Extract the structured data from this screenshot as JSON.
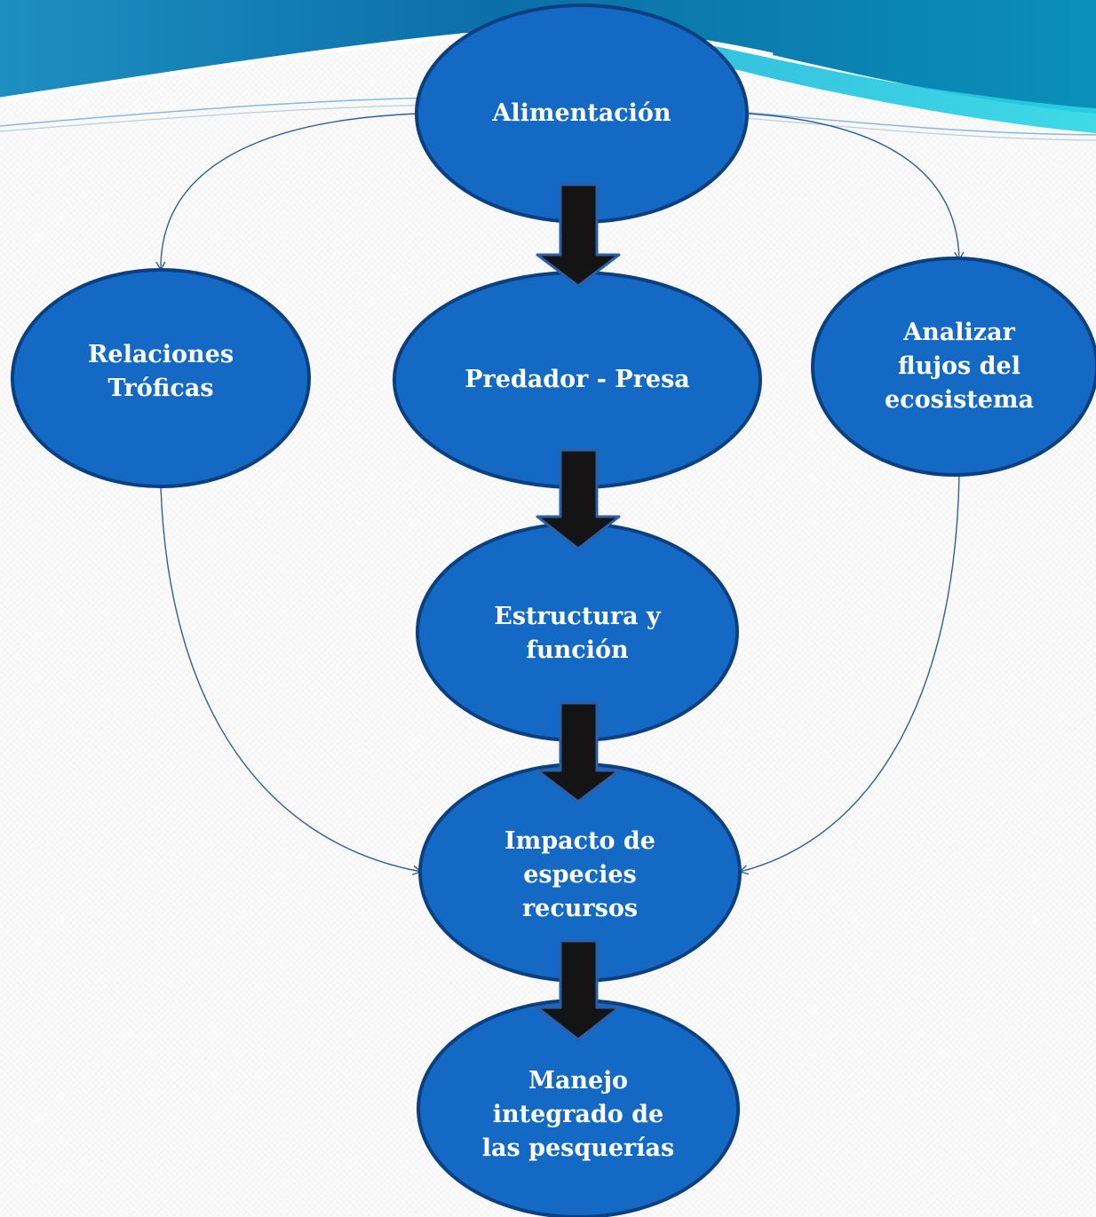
{
  "diagram": {
    "colors": {
      "node_fill": "#1469c4",
      "node_stroke": "#0b3f80",
      "main_arrow_fill": "#141414",
      "main_arrow_stroke": "#2b5fa8",
      "side_connector": "#2e5f9c",
      "banner_primary": "#0e84b8",
      "banner_accent": "#22c8dc"
    },
    "nodes": {
      "alimentacion": {
        "label": "Alimentación"
      },
      "relaciones": {
        "label": "Relaciones\nTróficas"
      },
      "predador": {
        "label": "Predador - Presa"
      },
      "analizar": {
        "label": "Analizar\nflujos del\necosistema"
      },
      "estructura": {
        "label": "Estructura y\nfunción"
      },
      "impacto": {
        "label": "Impacto de\nespecies\nrecursos"
      },
      "manejo": {
        "label": "Manejo\nintegrado de\nlas pesquerías"
      }
    }
  }
}
